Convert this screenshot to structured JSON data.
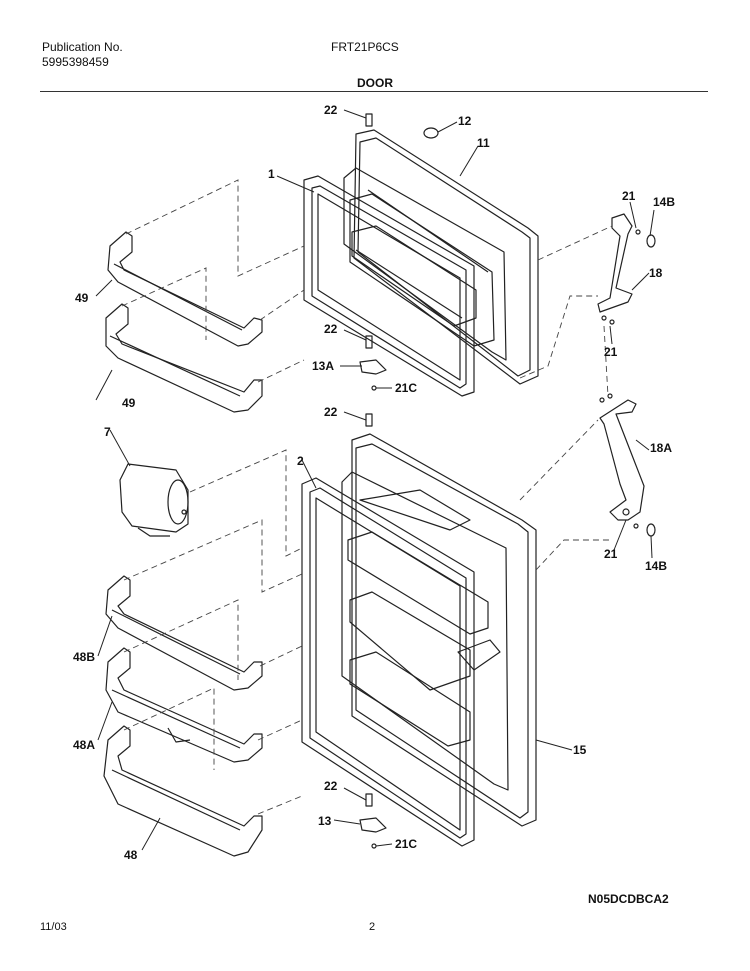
{
  "header": {
    "publication_label": "Publication No.",
    "publication_number": "5995398459",
    "model": "FRT21P6CS",
    "section": "DOOR"
  },
  "callouts": {
    "c22a": "22",
    "c12": "12",
    "c11": "11",
    "c1": "1",
    "c21a": "21",
    "c14Ba": "14B",
    "c18": "18",
    "c49a": "49",
    "c22b": "22",
    "c13A": "13A",
    "c21Ca": "21C",
    "c21b": "21",
    "c49b": "49",
    "c22c": "22",
    "c7": "7",
    "c2": "2",
    "c18A": "18A",
    "c21c": "21",
    "c14Bb": "14B",
    "c48B": "48B",
    "c48A": "48A",
    "c15": "15",
    "c22d": "22",
    "c13": "13",
    "c21Cb": "21C",
    "c48": "48"
  },
  "footer": {
    "drawing_code": "N05DCDBCA2",
    "date": "11/03",
    "page": "2"
  }
}
